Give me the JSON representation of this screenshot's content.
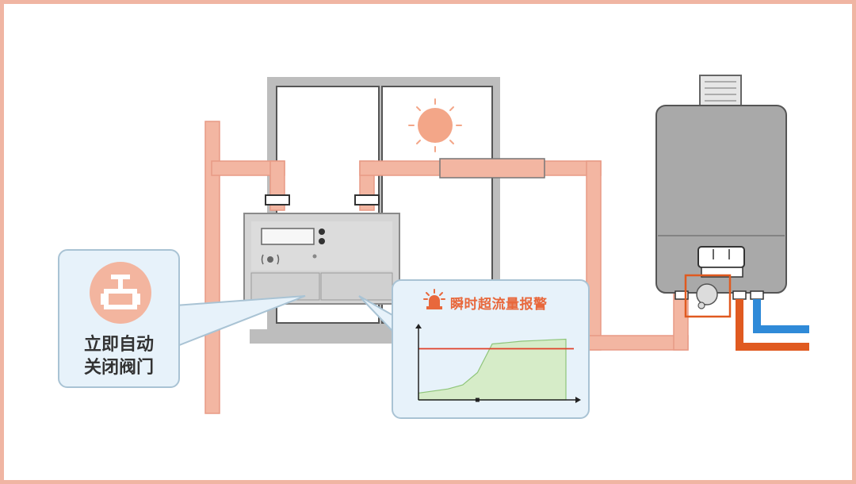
{
  "valve_callout": {
    "text_line1": "立即自动",
    "text_line2": "关闭阀门",
    "icon": "valve-icon"
  },
  "alarm_callout": {
    "title": "瞬时超流量报警",
    "icon": "siren-icon"
  },
  "chart_data": {
    "type": "area",
    "title": "",
    "xlabel": "",
    "ylabel": "",
    "x": [
      0,
      1,
      2,
      3,
      4,
      5,
      6,
      7,
      8,
      9,
      10
    ],
    "series": [
      {
        "values": [
          0.1,
          0.13,
          0.16,
          0.22,
          0.4,
          0.82,
          0.84,
          0.86,
          0.87,
          0.88,
          0.89
        ]
      }
    ],
    "threshold": 0.75,
    "grid": false
  },
  "colors": {
    "pipe": "#f3b6a2",
    "pipe_outline": "#e89a85",
    "hot_water": "#e05a20",
    "cold_water": "#2f8ad8",
    "callout_bg": "#e7f2fa",
    "callout_border": "#a9c3d4",
    "alarm_text": "#e8683c",
    "threshold_line": "#e0402a",
    "area_fill": "#d6ecc8",
    "area_line": "#8fc57a",
    "sun": "#f3a688",
    "heater_body": "#a9a9a9",
    "window_frame": "#bdbdbd"
  }
}
